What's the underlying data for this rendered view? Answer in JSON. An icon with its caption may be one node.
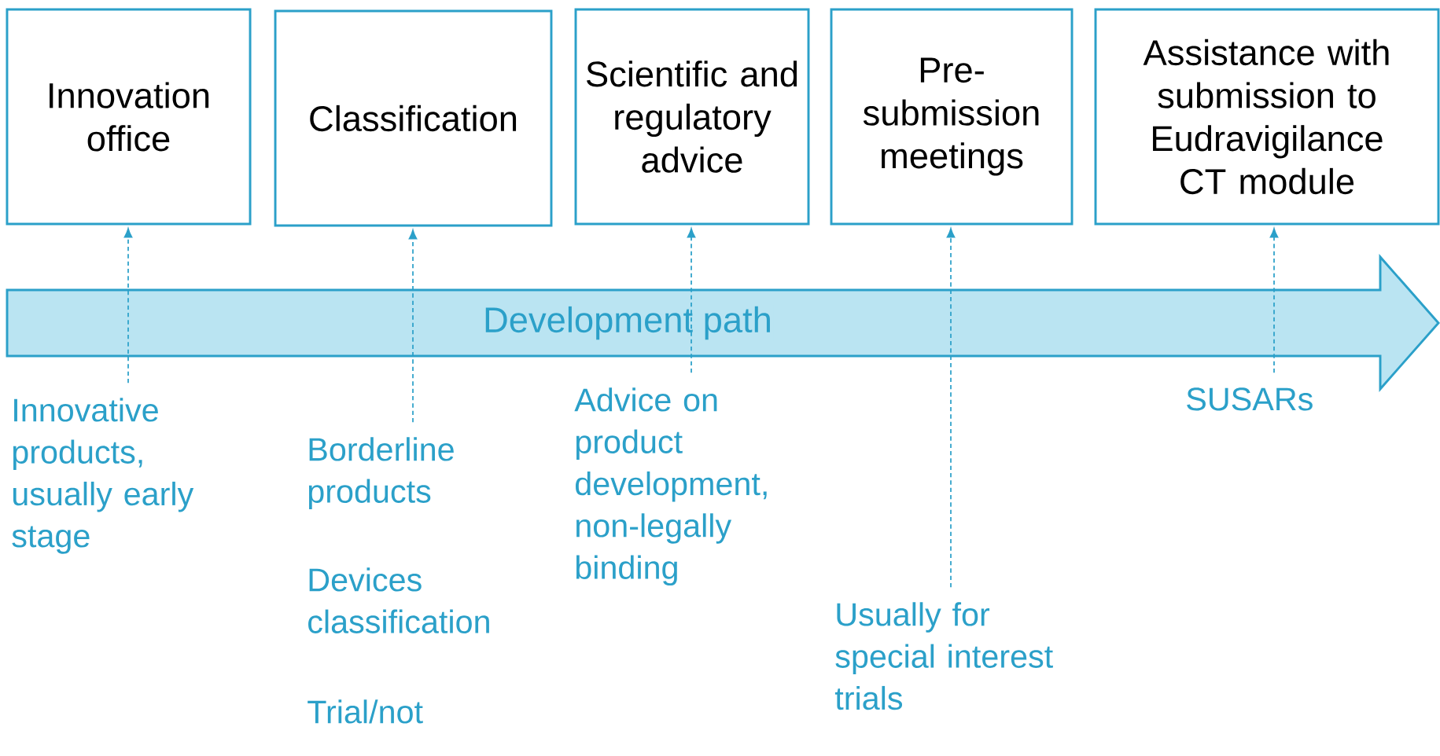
{
  "diagram": {
    "nodes": [
      {
        "text": [
          "Innovation office"
        ]
      },
      {
        "text": [
          "Classification"
        ]
      },
      {
        "text": [
          "Scientific and regulatory advice"
        ]
      },
      {
        "text": [
          "Pre-submission meetings"
        ]
      },
      {
        "text": [
          "Assistance with submission to Eudravigilance CT module"
        ]
      },
      {
        "text": [
          "Development path"
        ]
      },
      {
        "text": [
          "Innovative products, usually early stage"
        ]
      },
      {
        "text": [
          "Borderline products"
        ]
      },
      {
        "text": [
          "Advice on product development, non-legally binding"
        ]
      },
      {
        "text": [
          "Usually for special interest trials"
        ]
      },
      {
        "text": [
          "SUSARs"
        ]
      }
    ],
    "edges": [
      {
        "from": 6,
        "to": 0,
        "arrow": "to",
        "style": "dashed"
      },
      {
        "from": 7,
        "to": 1,
        "arrow": "to",
        "style": "dashed"
      },
      {
        "from": 8,
        "to": 2,
        "arrow": "to",
        "style": "dashed"
      },
      {
        "from": 9,
        "to": 3,
        "arrow": "to",
        "style": "dashed"
      },
      {
        "from": 10,
        "to": 4,
        "arrow": "to",
        "style": "dashed"
      }
    ],
    "labels": [
      "Devices classification",
      "Trial/not"
    ]
  }
}
